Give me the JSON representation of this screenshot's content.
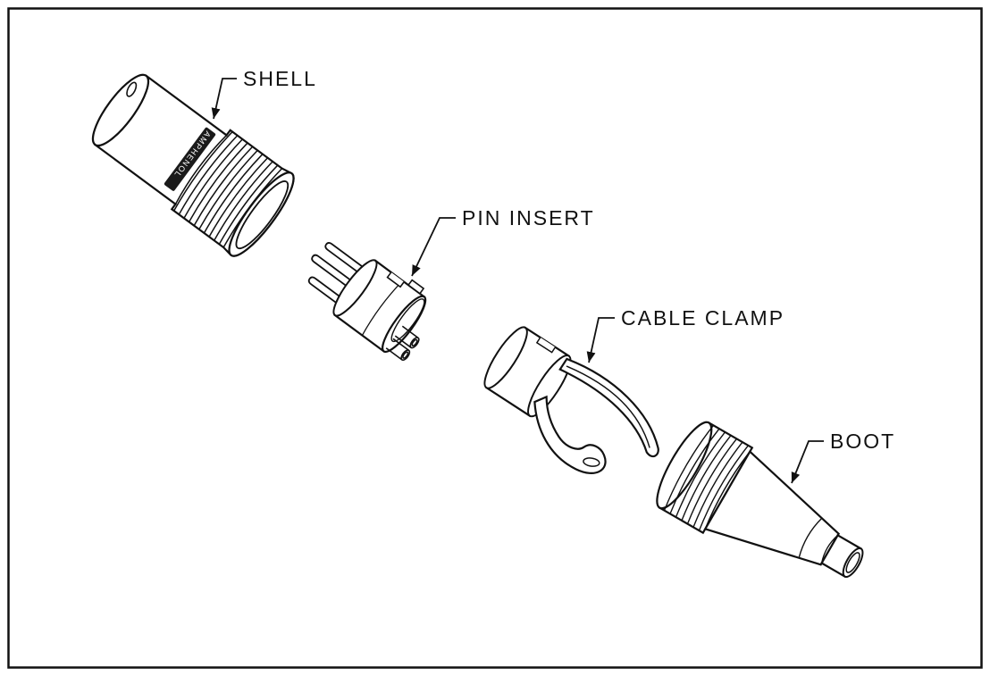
{
  "figure": {
    "type": "exploded-view-assembly-diagram",
    "subject": "XLR audio connector exploded parts diagram",
    "colors": {
      "line": "#111111",
      "background": "#ffffff"
    },
    "brand_text": "AMPHENOL",
    "parts": [
      {
        "id": "shell",
        "label": "SHELL"
      },
      {
        "id": "pin_insert",
        "label": "PIN INSERT"
      },
      {
        "id": "cable_clamp",
        "label": "CABLE CLAMP"
      },
      {
        "id": "boot",
        "label": "BOOT"
      }
    ]
  }
}
